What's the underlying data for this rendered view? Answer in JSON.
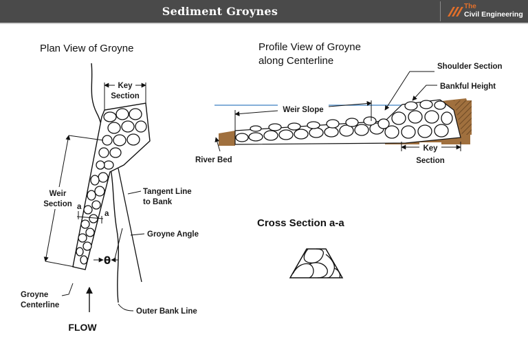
{
  "header": {
    "title": "Sediment Groynes",
    "logo_the": "The",
    "logo_name": "Civil Engineering",
    "logo_mark_icon": "slash-marks-icon",
    "accent_color": "#e2702b",
    "bar_color": "#4a4a4a"
  },
  "plan": {
    "title": "Plan View of Groyne",
    "key_label": "Key",
    "key_label2": "Section",
    "weir_label": "Weir",
    "weir_label2": "Section",
    "a_left": "a",
    "a_right": "a",
    "tangent_label": "Tangent Line",
    "tangent_label2": "to Bank",
    "angle_label": "Groyne Angle",
    "theta": "θ",
    "centerline_label": "Groyne",
    "centerline_label2": "Centerline",
    "outer_bank_label": "Outer Bank Line",
    "flow_label": "FLOW"
  },
  "profile": {
    "title": "Profile View of Groyne",
    "title2": "along Centerline",
    "shoulder_label": "Shoulder Section",
    "bankful_label": "Bankful Height",
    "weir_slope_label": "Weir Slope",
    "river_bed_label": "River Bed",
    "key_label": "Key",
    "key_label2": "Section",
    "water_color": "#3a7fc1",
    "bank_color": "#a0703e"
  },
  "cross": {
    "title": "Cross Section a-a"
  }
}
